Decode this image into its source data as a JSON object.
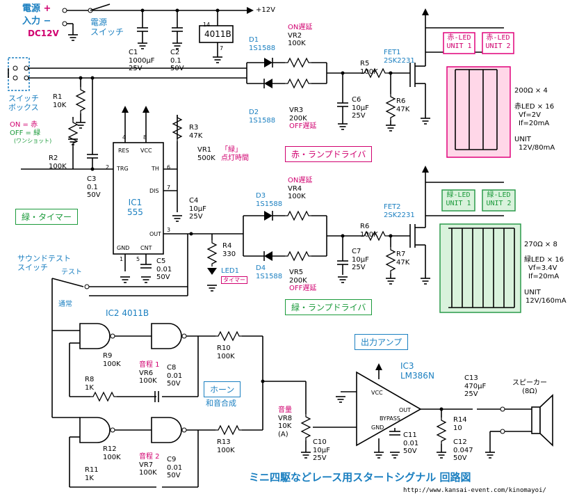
{
  "title": "ミニ四駆などレース用スタートシグナル 回路図",
  "url": "http://www.kansai-event.com/kinomayoi/",
  "colors": {
    "blue": "#1a7fc0",
    "pink": "#d0006f",
    "green": "#1a9a3a",
    "red_bg": "#ffd7e8",
    "red_border": "#e0007a",
    "green_bg": "#d9f2dc",
    "green_border": "#2a9a4a"
  },
  "power": {
    "label1": "電源",
    "plus": "+",
    "label2": "入力",
    "minus": "−",
    "voltage": "DC12V",
    "switch_label1": "電源",
    "switch_label2": "スイッチ",
    "rail": "+12V"
  },
  "switch_box": {
    "label1": "スイッチ",
    "label2": "ボックス",
    "on_text": "ON = 赤",
    "off_text": "OFF = 緑",
    "oneshot": "(ワンショット)"
  },
  "sound_switch": {
    "label1": "サウンドテスト",
    "label2": "スイッチ",
    "test": "テスト",
    "normal": "通常"
  },
  "ic_4011B": {
    "name": "4011B",
    "pin14": "14",
    "pin7": "7"
  },
  "ic1": {
    "name1": "IC1",
    "name2": "555",
    "pins": {
      "res": "RES",
      "vcc": "VCC",
      "trg": "TRG",
      "th": "TH",
      "dis": "DIS",
      "out": "OUT",
      "gnd": "GND",
      "cnt": "CNT"
    },
    "pin_numbers": [
      "4",
      "8",
      "2",
      "6",
      "7",
      "3",
      "1",
      "5"
    ]
  },
  "components": {
    "c1": [
      "C1",
      "1000μF",
      "25V"
    ],
    "c2": [
      "C2",
      "0.1",
      "50V"
    ],
    "r1": [
      "R1",
      "10K"
    ],
    "r2": [
      "R2",
      "100K"
    ],
    "c3": [
      "C3",
      "0.1",
      "50V"
    ],
    "r3": [
      "R3",
      "47K"
    ],
    "vr1": [
      "VR1",
      "500K"
    ],
    "vr1_note": [
      "「緑」",
      "点灯時間"
    ],
    "c4": [
      "C4",
      "10μF",
      "25V"
    ],
    "c5": [
      "C5",
      "0.01",
      "50V"
    ],
    "r4": [
      "R4",
      "330"
    ],
    "led1": [
      "LED1",
      "タイマー"
    ],
    "d1": [
      "D1",
      "1S1588"
    ],
    "d2": [
      "D2",
      "1S1588"
    ],
    "d3": [
      "D3",
      "1S1588"
    ],
    "d4": [
      "D4",
      "1S1588"
    ],
    "vr2": [
      "ON遅延",
      "VR2",
      "100K"
    ],
    "vr3": [
      "VR3",
      "200K",
      "OFF遅延"
    ],
    "vr4": [
      "ON遅延",
      "VR4",
      "100K"
    ],
    "vr5": [
      "VR5",
      "200K",
      "OFF遅延"
    ],
    "r5": [
      "R5",
      "100K"
    ],
    "r6": [
      "R6",
      "100K"
    ],
    "r7": [
      "R7",
      "47K"
    ],
    "r6b": [
      "R6",
      "47K"
    ],
    "c6": [
      "C6",
      "10μF",
      "25V"
    ],
    "c7": [
      "C7",
      "10μF",
      "25V"
    ],
    "fet1": [
      "FET1",
      "2SK2231"
    ],
    "fet2": [
      "FET2",
      "2SK2231"
    ],
    "ic2": [
      "IC2",
      "4011B"
    ],
    "r9": [
      "R9",
      "100K"
    ],
    "r8": [
      "R8",
      "1K"
    ],
    "vr6": [
      "音程 1",
      "VR6",
      "100K"
    ],
    "c8": [
      "C8",
      "0.01",
      "50V"
    ],
    "r10": [
      "R10",
      "100K"
    ],
    "r11": [
      "R11",
      "1K"
    ],
    "r12": [
      "R12",
      "100K"
    ],
    "vr7": [
      "音程 2",
      "VR7",
      "100K"
    ],
    "c9": [
      "C9",
      "0.01",
      "50V"
    ],
    "r13": [
      "R13",
      "100K"
    ],
    "vr8": [
      "音量",
      "VR8",
      "10K",
      "(A)"
    ],
    "c10": [
      "C10",
      "10μF",
      "25V"
    ],
    "ic3": [
      "IC3",
      "LM386N"
    ],
    "ic3_pins": {
      "vcc": "VCC",
      "gnd": "GND",
      "bypass": "BYPASS",
      "out": "OUT"
    },
    "c11": [
      "C11",
      "0.01",
      "50V"
    ],
    "r14": [
      "R14",
      "10"
    ],
    "c12": [
      "C12",
      "0.047",
      "50V"
    ],
    "c13": [
      "C13",
      "470μF",
      "25V"
    ],
    "speaker": [
      "スピーカー",
      "(8Ω)"
    ]
  },
  "modules": {
    "red_led1": [
      "赤-LED",
      "UNIT 1"
    ],
    "red_led2": [
      "赤-LED",
      "UNIT 2"
    ],
    "green_led1": [
      "緑-LED",
      "UNIT 1"
    ],
    "green_led2": [
      "緑-LED",
      "UNIT 2"
    ],
    "red_spec": [
      "200Ω × 4",
      "赤LED × 16",
      "Vf=2V",
      "If=20mA",
      "UNIT",
      "12V/80mA"
    ],
    "green_spec": [
      "270Ω × 8",
      "緑LED × 16",
      "Vf=3.4V",
      "If=20mA",
      "UNIT",
      "12V/160mA"
    ]
  },
  "section_labels": {
    "red_driver": "赤・ランプドライバ",
    "green_driver": "緑・ランプドライバ",
    "green_timer": "緑・タイマー",
    "horn": "ホーン",
    "horn_sub": "和音合成",
    "amp": "出力アンプ"
  }
}
